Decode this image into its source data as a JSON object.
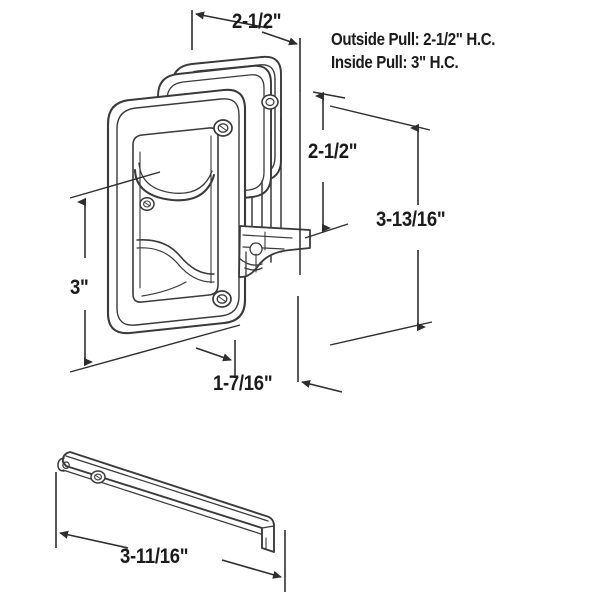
{
  "drawing": {
    "title": "Sliding Door Handle Set Technical Drawing",
    "background_color": "#ffffff",
    "line_color": "#3a3a3a",
    "text_color": "#1b1b1b",
    "shade_color": "#e9e9e9"
  },
  "notes": {
    "outside_pull": "Outside Pull: 2-1/2\" H.C.",
    "inside_pull": "Inside Pull: 3\" H.C."
  },
  "dimensions": {
    "top_width": "2-1/2\"",
    "right_upper_height": "2-1/2\"",
    "overall_height": "3-13/16\"",
    "left_height": "3\"",
    "depth": "1-7/16\"",
    "bar_length": "3-11/16\""
  },
  "parts": {
    "handle_assembly": "recessed-door-pull-handle-assembly",
    "strike_bar": "mortise-strike-bar"
  },
  "icons": {
    "screw_hole": "screw-hole-icon",
    "thumb_latch": "thumb-latch-icon",
    "arrow": "dimension-arrow-icon"
  }
}
